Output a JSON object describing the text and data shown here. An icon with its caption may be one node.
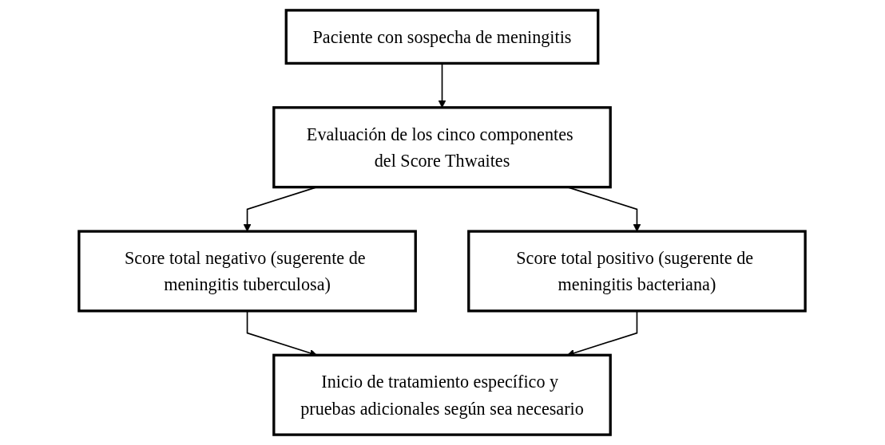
{
  "diagram": {
    "nodes": [
      {
        "text": [
          "Paciente con sospecha de meningitis"
        ]
      },
      {
        "text": [
          "Evaluación de los cinco componentes del Score Thwaites"
        ]
      },
      {
        "text": [
          "Score total negativo (sugerente de meningitis tuberculosa)"
        ]
      },
      {
        "text": [
          "Score total positivo (sugerente de meningitis bacteriana)"
        ]
      },
      {
        "text": [
          "Inicio de tratamiento específico y pruebas adicionales según sea necesario"
        ]
      }
    ],
    "edges": [
      {
        "from": 0,
        "to": 1,
        "arrow": "to"
      },
      {
        "from": 1,
        "to": 2,
        "arrow": "to"
      },
      {
        "from": 1,
        "to": 3,
        "arrow": "to"
      },
      {
        "from": 2,
        "to": 4,
        "arrow": "to"
      },
      {
        "from": 3,
        "to": 4,
        "arrow": "to"
      }
    ]
  }
}
